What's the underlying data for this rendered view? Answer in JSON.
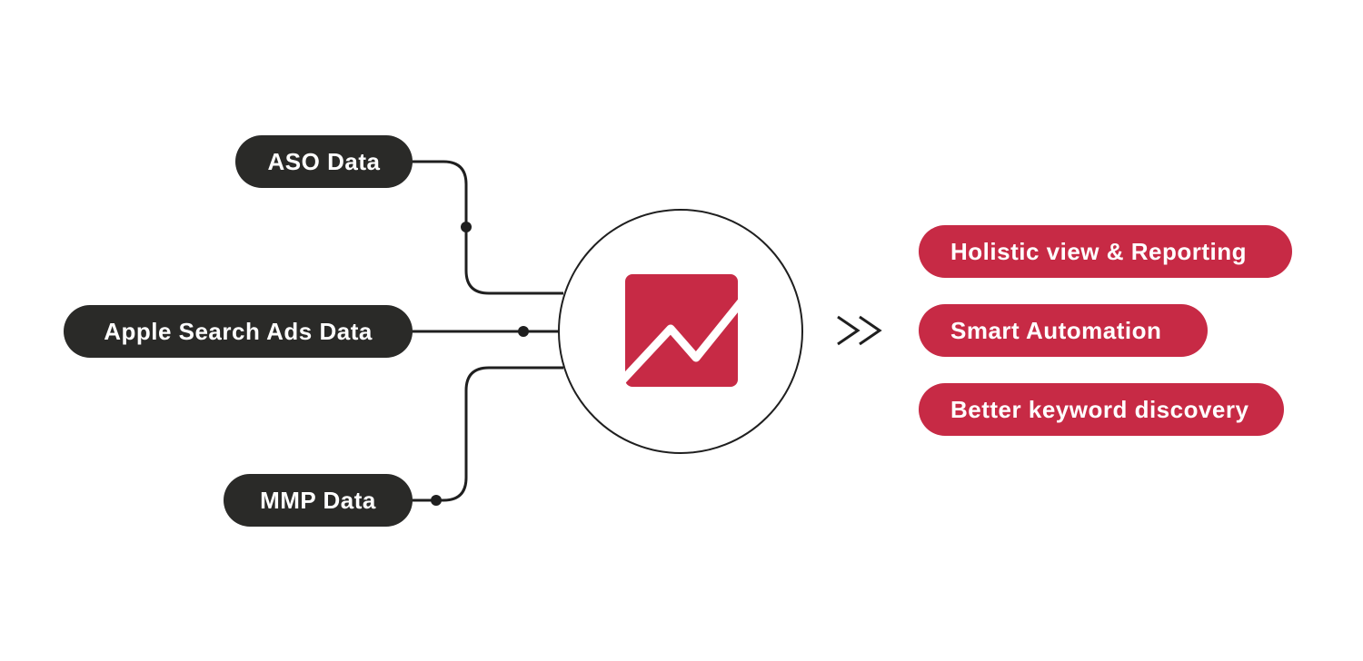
{
  "diagram": {
    "inputs": [
      {
        "id": "aso",
        "label": "ASO Data"
      },
      {
        "id": "asa",
        "label": "Apple Search Ads Data"
      },
      {
        "id": "mmp",
        "label": "MMP Data"
      }
    ],
    "hub": {
      "icon": "trend-chart-icon"
    },
    "arrow_icon": "double-chevron-right-icon",
    "outputs": [
      {
        "id": "reporting",
        "label": "Holistic view & Reporting"
      },
      {
        "id": "automation",
        "label": "Smart Automation"
      },
      {
        "id": "discovery",
        "label": "Better keyword discovery"
      }
    ],
    "colors": {
      "input_pill": "#2a2a28",
      "output_pill": "#c72a45",
      "logo": "#c72a45",
      "line": "#1f1f1f"
    }
  }
}
